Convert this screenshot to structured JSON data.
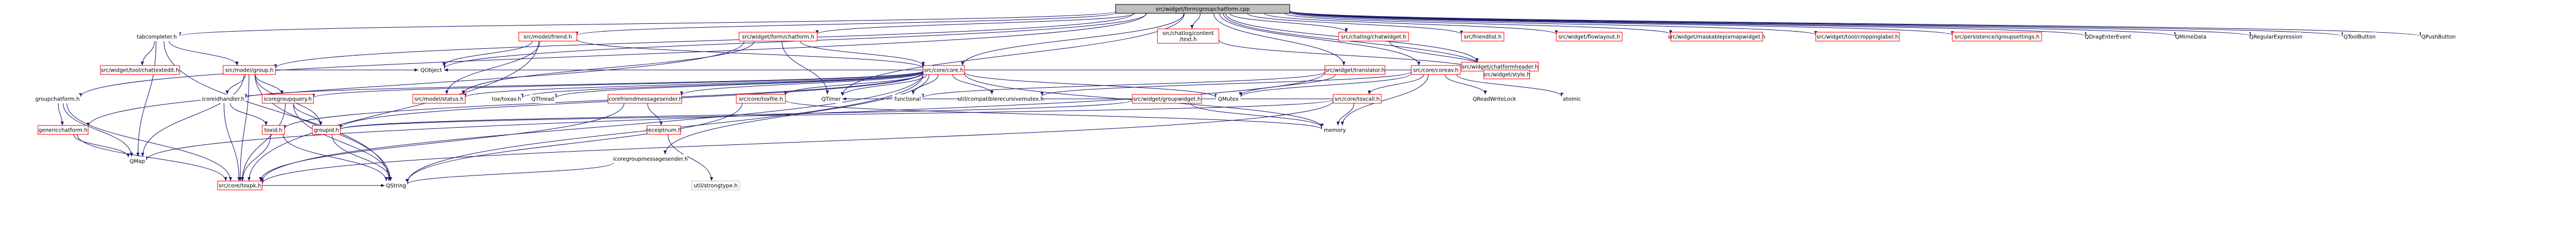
{
  "diagram": {
    "colors": {
      "root_fill": "#bfbfbf",
      "root_stroke": "#000000",
      "red_stroke": "#ff0000",
      "gray_stroke": "#bfbfbf",
      "edge": "#191970",
      "node_fill": "#ffffff"
    },
    "nodes": [
      {
        "id": "root",
        "label": "src/widget/form/groupchatform.cpp",
        "kind": "root"
      },
      {
        "id": "tabcompleter",
        "label": "tabcompleter.h",
        "kind": "plain"
      },
      {
        "id": "groupchatform",
        "label": "groupchatform.h",
        "kind": "plain"
      },
      {
        "id": "chattextedit",
        "label": "src/widget/tool/chattextedit.h",
        "kind": "red"
      },
      {
        "id": "modelgroup",
        "label": "src/model/group.h",
        "kind": "red"
      },
      {
        "id": "modelfriend",
        "label": "src/model/friend.h",
        "kind": "red"
      },
      {
        "id": "chatform",
        "label": "src/widget/form/chatform.h",
        "kind": "red"
      },
      {
        "id": "content",
        "label": "src/chatlog/content\n/text.h",
        "kind": "red"
      },
      {
        "id": "chatlogwidget",
        "label": "src/chatlog/chatwidget.h",
        "kind": "red"
      },
      {
        "id": "friendlist",
        "label": "src/friendlist.h",
        "kind": "red"
      },
      {
        "id": "flowlayout",
        "label": "src/widget/flowlayout.h",
        "kind": "red"
      },
      {
        "id": "maskable",
        "label": "src/widget/maskablepixmapwidget.h",
        "kind": "red"
      },
      {
        "id": "croppinglabel",
        "label": "src/widget/tool/croppinglabel.h",
        "kind": "red"
      },
      {
        "id": "groupsettings",
        "label": "src/persistence/igroupsettings.h",
        "kind": "red"
      },
      {
        "id": "qdrag",
        "label": "QDragEnterEvent",
        "kind": "plain"
      },
      {
        "id": "qmime",
        "label": "QMimeData",
        "kind": "plain"
      },
      {
        "id": "qregexp",
        "label": "QRegularExpression",
        "kind": "plain"
      },
      {
        "id": "qtoolbutton",
        "label": "QToolButton",
        "kind": "plain"
      },
      {
        "id": "qpushbutton",
        "label": "QPushButton",
        "kind": "plain"
      },
      {
        "id": "genericchatform",
        "label": "genericchatform.h",
        "kind": "red"
      },
      {
        "id": "corecore",
        "label": "src/core/core.h",
        "kind": "red"
      },
      {
        "id": "translator",
        "label": "src/widget/translator.h",
        "kind": "red"
      },
      {
        "id": "coreav",
        "label": "src/core/coreav.h",
        "kind": "red"
      },
      {
        "id": "chatformheader",
        "label": "src/widget/chatformheader.h",
        "kind": "red"
      },
      {
        "id": "style",
        "label": "src/widget/style.h",
        "kind": "red"
      },
      {
        "id": "qmap",
        "label": "QMap",
        "kind": "plain"
      },
      {
        "id": "icoreidhandler",
        "label": "icoreidhandler.h",
        "kind": "plain"
      },
      {
        "id": "icoregroupquery",
        "label": "icoregroupquery.h",
        "kind": "red"
      },
      {
        "id": "qobject",
        "label": "QObject",
        "kind": "plain"
      },
      {
        "id": "modelstatus",
        "label": "src/model/status.h",
        "kind": "red"
      },
      {
        "id": "toxav",
        "label": "tox/toxav.h",
        "kind": "plain"
      },
      {
        "id": "qthread",
        "label": "QThread",
        "kind": "plain"
      },
      {
        "id": "icorefriendmsg",
        "label": "icorefriendmessagesender.h",
        "kind": "red"
      },
      {
        "id": "icoregroupmsg",
        "label": "icoregroupmessagesender.h",
        "kind": "plain"
      },
      {
        "id": "toxfile",
        "label": "src/core/toxfile.h",
        "kind": "red"
      },
      {
        "id": "qtimer",
        "label": "QTimer",
        "kind": "plain"
      },
      {
        "id": "functional",
        "label": "functional",
        "kind": "plain"
      },
      {
        "id": "compatible",
        "label": "util/compatiblerecursivemutex.h",
        "kind": "plain"
      },
      {
        "id": "groupwidget",
        "label": "src/widget/groupwidget.h",
        "kind": "red"
      },
      {
        "id": "qmutex",
        "label": "QMutex",
        "kind": "plain"
      },
      {
        "id": "toxcall",
        "label": "src/core/toxcall.h",
        "kind": "red"
      },
      {
        "id": "qreadwritelock",
        "label": "QReadWriteLock",
        "kind": "plain"
      },
      {
        "id": "atomic",
        "label": "atomic",
        "kind": "plain"
      },
      {
        "id": "toxid",
        "label": "toxid.h",
        "kind": "red"
      },
      {
        "id": "groupid",
        "label": "groupid.h",
        "kind": "red"
      },
      {
        "id": "receiptnum",
        "label": "receiptnum.h",
        "kind": "red"
      },
      {
        "id": "memory",
        "label": "memory",
        "kind": "plain"
      },
      {
        "id": "toxpk",
        "label": "src/core/toxpk.h",
        "kind": "red"
      },
      {
        "id": "qstring",
        "label": "QString",
        "kind": "plain"
      },
      {
        "id": "strongtype",
        "label": "util/strongtype.h",
        "kind": "gray"
      }
    ],
    "edges": [
      [
        "root",
        "tabcompleter"
      ],
      [
        "root",
        "groupchatform"
      ],
      [
        "root",
        "modelgroup"
      ],
      [
        "root",
        "modelfriend"
      ],
      [
        "root",
        "chatform"
      ],
      [
        "root",
        "corecore"
      ],
      [
        "root",
        "content"
      ],
      [
        "root",
        "chatlogwidget"
      ],
      [
        "root",
        "friendlist"
      ],
      [
        "root",
        "flowlayout"
      ],
      [
        "root",
        "maskable"
      ],
      [
        "root",
        "croppinglabel"
      ],
      [
        "root",
        "groupsettings"
      ],
      [
        "root",
        "qdrag"
      ],
      [
        "root",
        "qmime"
      ],
      [
        "root",
        "qregexp"
      ],
      [
        "root",
        "qtoolbutton"
      ],
      [
        "root",
        "qpushbutton"
      ],
      [
        "root",
        "translator"
      ],
      [
        "root",
        "coreav"
      ],
      [
        "root",
        "chatformheader"
      ],
      [
        "root",
        "style"
      ],
      [
        "root",
        "qtimer"
      ],
      [
        "root",
        "qobject"
      ],
      [
        "tabcompleter",
        "chattextedit"
      ],
      [
        "tabcompleter",
        "modelgroup"
      ],
      [
        "tabcompleter",
        "qmap"
      ],
      [
        "tabcompleter",
        "qstring"
      ],
      [
        "groupchatform",
        "genericchatform"
      ],
      [
        "groupchatform",
        "qmap"
      ],
      [
        "groupchatform",
        "toxpk"
      ],
      [
        "modelgroup",
        "qmap"
      ],
      [
        "modelgroup",
        "icoreidhandler"
      ],
      [
        "modelgroup",
        "icoregroupquery"
      ],
      [
        "modelgroup",
        "qobject"
      ],
      [
        "modelgroup",
        "groupid"
      ],
      [
        "modelgroup",
        "toxpk"
      ],
      [
        "modelgroup",
        "qstring"
      ],
      [
        "modelfriend",
        "corecore"
      ],
      [
        "modelfriend",
        "qobject"
      ],
      [
        "modelfriend",
        "modelstatus"
      ],
      [
        "modelfriend",
        "toxpk"
      ],
      [
        "chatform",
        "genericchatform"
      ],
      [
        "chatform",
        "corecore"
      ],
      [
        "chatform",
        "modelstatus"
      ],
      [
        "chatform",
        "qtimer"
      ],
      [
        "content",
        "style"
      ],
      [
        "chatlogwidget",
        "style"
      ],
      [
        "chatformheader",
        "style"
      ],
      [
        "corecore",
        "icoreidhandler"
      ],
      [
        "corecore",
        "icoregroupquery"
      ],
      [
        "corecore",
        "qobject"
      ],
      [
        "corecore",
        "modelstatus"
      ],
      [
        "corecore",
        "toxav"
      ],
      [
        "corecore",
        "qthread"
      ],
      [
        "corecore",
        "icorefriendmsg"
      ],
      [
        "corecore",
        "icoregroupmsg"
      ],
      [
        "corecore",
        "toxfile"
      ],
      [
        "corecore",
        "qtimer"
      ],
      [
        "corecore",
        "functional"
      ],
      [
        "corecore",
        "compatible"
      ],
      [
        "corecore",
        "groupid"
      ],
      [
        "corecore",
        "toxid"
      ],
      [
        "corecore",
        "toxpk"
      ],
      [
        "corecore",
        "qmutex"
      ],
      [
        "corecore",
        "memory"
      ],
      [
        "corecore",
        "qstring"
      ],
      [
        "translator",
        "functional"
      ],
      [
        "translator",
        "qmap"
      ],
      [
        "translator",
        "qmutex"
      ],
      [
        "coreav",
        "toxcall"
      ],
      [
        "coreav",
        "qobject"
      ],
      [
        "coreav",
        "qmutex"
      ],
      [
        "coreav",
        "qreadwritelock"
      ],
      [
        "coreav",
        "atomic"
      ],
      [
        "coreav",
        "memory"
      ],
      [
        "coreav",
        "compatible"
      ],
      [
        "groupwidget",
        "groupid"
      ],
      [
        "groupwidget",
        "memory"
      ],
      [
        "toxcall",
        "toxpk"
      ],
      [
        "toxcall",
        "groupid"
      ],
      [
        "toxcall",
        "memory"
      ],
      [
        "toxcall",
        "qtimer"
      ],
      [
        "icoreidhandler",
        "toxid"
      ],
      [
        "icoreidhandler",
        "toxpk"
      ],
      [
        "icoregroupquery",
        "groupid"
      ],
      [
        "icoregroupquery",
        "toxpk"
      ],
      [
        "icoregroupquery",
        "qstring"
      ],
      [
        "toxid",
        "toxpk"
      ],
      [
        "toxid",
        "qstring"
      ],
      [
        "groupid",
        "qstring"
      ],
      [
        "icorefriendmsg",
        "receiptnum"
      ],
      [
        "icorefriendmsg",
        "toxpk"
      ],
      [
        "icoregroupmsg",
        "qstring"
      ],
      [
        "receiptnum",
        "strongtype"
      ],
      [
        "toxfile",
        "memory"
      ],
      [
        "toxfile",
        "qstring"
      ],
      [
        "toxpk",
        "qstring"
      ],
      [
        "genericchatform",
        "toxpk"
      ],
      [
        "genericchatform",
        "qmap"
      ]
    ]
  }
}
